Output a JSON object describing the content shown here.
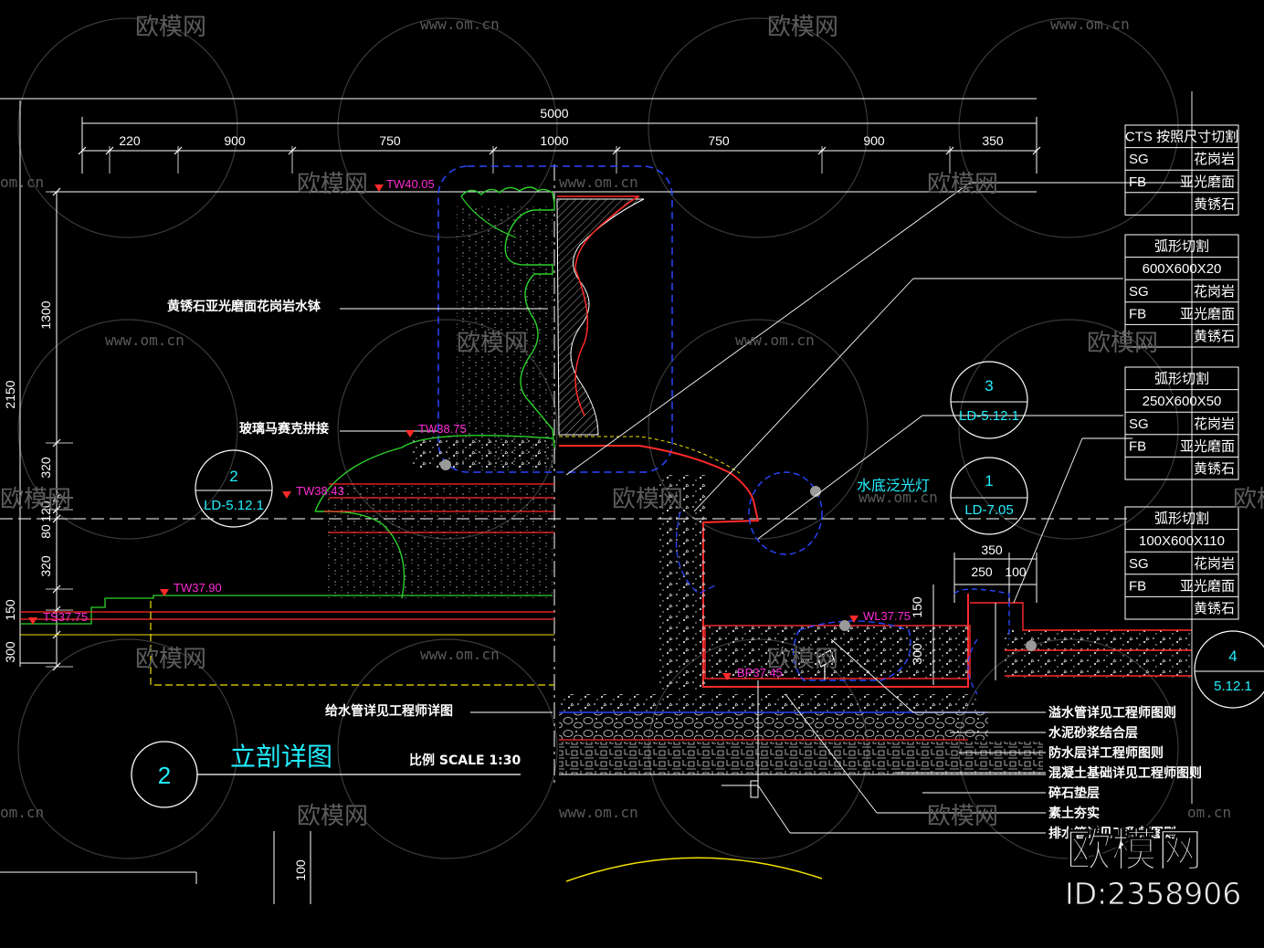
{
  "title": {
    "circle_number": "2",
    "text": "立剖详图",
    "scale": "比例 SCALE 1:30"
  },
  "dimensions_top": {
    "overall": "5000",
    "segments": [
      "220",
      "900",
      "750",
      "1000",
      "750",
      "900",
      "350"
    ]
  },
  "dimensions_left": {
    "overall": "2150",
    "segments": [
      "1300",
      "320",
      "120",
      "80",
      "320",
      "150",
      "300"
    ]
  },
  "dimensions_misc": {
    "right_top": "350",
    "right_a": "250",
    "right_b": "100",
    "right_150": "150",
    "right_300": "300",
    "bottom_100": "100"
  },
  "elevations": [
    {
      "id": "tw4005",
      "label": "TW40.05"
    },
    {
      "id": "tw3875",
      "label": "TW38.75"
    },
    {
      "id": "tw3843",
      "label": "TW38.43"
    },
    {
      "id": "tw3790",
      "label": "TW37.90"
    },
    {
      "id": "ts3775",
      "label": "TS37.75"
    },
    {
      "id": "wl3775",
      "label": "WL37.75"
    },
    {
      "id": "bp3745",
      "label": "BP37.45"
    }
  ],
  "callouts": {
    "c2": {
      "num": "2",
      "ref": "LD-5.12.1"
    },
    "c3": {
      "num": "3",
      "ref": "LD-5.12.1"
    },
    "c1": {
      "num": "1",
      "ref": "LD-7.05"
    },
    "c4": {
      "num": "4",
      "ref": "5.12.1"
    }
  },
  "annotations_left": {
    "bowl": "黄锈石亚光磨面花岗岩水钵",
    "mosaic": "玻璃马赛克拼接",
    "supply": "给水管详见工程师详图",
    "light": "水底泛光灯"
  },
  "annotations_right": [
    "溢水管详见工程师图则",
    "水泥砂浆结合层",
    "防水层详工程师图则",
    "混凝土基础详见工程师图则",
    "碎石垫层",
    "素土夯实",
    "排水管详见工程师图则"
  ],
  "legend_tables": [
    {
      "rows": [
        [
          "CTS 按照尺寸切割",
          ""
        ],
        [
          "SG",
          "花岗岩"
        ],
        [
          "FB",
          "亚光磨面"
        ],
        [
          "",
          "黄锈石"
        ]
      ]
    },
    {
      "rows": [
        [
          "弧形切割",
          ""
        ],
        [
          "600X600X20",
          ""
        ],
        [
          "SG",
          "花岗岩"
        ],
        [
          "FB",
          "亚光磨面"
        ],
        [
          "",
          "黄锈石"
        ]
      ]
    },
    {
      "rows": [
        [
          "弧形切割",
          ""
        ],
        [
          "250X600X50",
          ""
        ],
        [
          "SG",
          "花岗岩"
        ],
        [
          "FB",
          "亚光磨面"
        ],
        [
          "",
          "黄锈石"
        ]
      ]
    },
    {
      "rows": [
        [
          "弧形切割",
          ""
        ],
        [
          "100X600X110",
          ""
        ],
        [
          "SG",
          "花岗岩"
        ],
        [
          "FB",
          "亚光磨面"
        ],
        [
          "",
          "黄锈石"
        ]
      ]
    }
  ],
  "watermark": {
    "brand": "欧模网",
    "url": "www.om.cn",
    "url_short": "om.cn",
    "id": "ID:2358906"
  },
  "colors": {
    "background": "#000000",
    "dimension": "#ffffff",
    "elevation": "#ff2bd6",
    "callout": "#22f0ff",
    "outline_green": "#2bd32b",
    "outline_red": "#ff2a2a",
    "outline_blue": "#2b46ff",
    "yellow": "#f0e000",
    "watermark": "#5c5c5c"
  }
}
